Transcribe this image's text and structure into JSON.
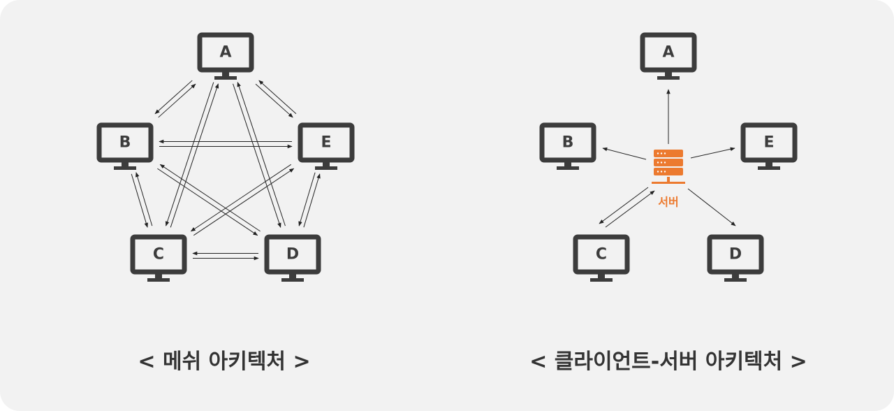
{
  "mesh": {
    "caption": "< 메쉬 아키텍처 >",
    "nodes": [
      "A",
      "B",
      "C",
      "D",
      "E"
    ],
    "connections": "bidirectional-all-pairs"
  },
  "client_server": {
    "caption": "< 클라이언트-서버 아키텍처 >",
    "server_label": "서버",
    "clients": [
      "A",
      "B",
      "C",
      "D",
      "E"
    ],
    "bidirectional_clients": [
      "C"
    ]
  },
  "colors": {
    "background": "#f2f2f2",
    "monitor": "#3c3c3c",
    "server": "#ec7a2f",
    "arrow": "#222222"
  },
  "icons": {
    "client": "monitor-icon",
    "server": "server-stack-icon"
  }
}
